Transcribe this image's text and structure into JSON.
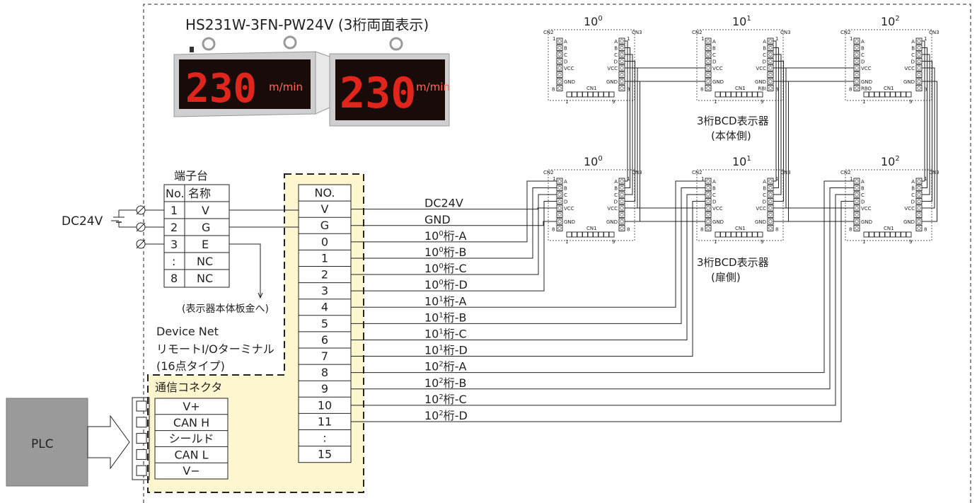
{
  "product_title": "HS231W-3FN-PW24V (3桁両面表示)",
  "display_value": "230",
  "display_unit": "m/min",
  "power_label": "DC24V",
  "terminal_block": {
    "title": "端子台",
    "headers": [
      "No.",
      "名称"
    ],
    "rows": [
      [
        "1",
        "V"
      ],
      [
        "2",
        "G"
      ],
      [
        "3",
        "E"
      ],
      [
        ":",
        "NC"
      ],
      [
        "8",
        "NC"
      ]
    ]
  },
  "ground_note": "(表示器本体板金へ)",
  "io_module": {
    "label_lines": [
      "Device Net",
      "リモートI/Oターミナル",
      "(16点タイプ)"
    ],
    "header": "NO.",
    "rows": [
      "V",
      "G",
      "0",
      "1",
      "2",
      "3",
      "4",
      "5",
      "6",
      "7",
      "8",
      "9",
      "10",
      "11",
      ":",
      "15"
    ]
  },
  "connector": {
    "title": "通信コネクタ",
    "rows": [
      "V+",
      "CAN H",
      "シールド",
      "CAN L",
      "V−"
    ]
  },
  "plc_label": "PLC",
  "signals": [
    {
      "main": "DC24V",
      "sup": "",
      "suffix": ""
    },
    {
      "main": "GND",
      "sup": "",
      "suffix": ""
    },
    {
      "main": "10",
      "sup": "0",
      "suffix": "桁-A"
    },
    {
      "main": "10",
      "sup": "0",
      "suffix": "桁-B"
    },
    {
      "main": "10",
      "sup": "0",
      "suffix": "桁-C"
    },
    {
      "main": "10",
      "sup": "0",
      "suffix": "桁-D"
    },
    {
      "main": "10",
      "sup": "1",
      "suffix": "桁-A"
    },
    {
      "main": "10",
      "sup": "1",
      "suffix": "桁-B"
    },
    {
      "main": "10",
      "sup": "1",
      "suffix": "桁-C"
    },
    {
      "main": "10",
      "sup": "1",
      "suffix": "桁-D"
    },
    {
      "main": "10",
      "sup": "2",
      "suffix": "桁-A"
    },
    {
      "main": "10",
      "sup": "2",
      "suffix": "桁-B"
    },
    {
      "main": "10",
      "sup": "2",
      "suffix": "桁-C"
    },
    {
      "main": "10",
      "sup": "2",
      "suffix": "桁-D"
    }
  ],
  "boards": {
    "digit_labels": [
      {
        "base": "10",
        "exp": "0"
      },
      {
        "base": "10",
        "exp": "1"
      },
      {
        "base": "10",
        "exp": "2"
      }
    ],
    "cn2": "CN2",
    "cn3": "CN3",
    "cn1": "CN1",
    "pin_first": "1",
    "pin_last": "8",
    "cn1_first": "1",
    "cn1_last": "9",
    "left_pins": [
      "A",
      "B",
      "C",
      "D",
      "VCC",
      "GND"
    ],
    "right_pins": [
      "A",
      "B",
      "C",
      "D",
      "VCC",
      "GND"
    ],
    "special_labels": {
      "rbi": "RBI",
      "rbo": "RBO"
    }
  },
  "group_labels": {
    "top": [
      "3桁BCD表示器",
      "(本体側)"
    ],
    "bottom": [
      "3桁BCD表示器",
      "(扉側)"
    ]
  }
}
